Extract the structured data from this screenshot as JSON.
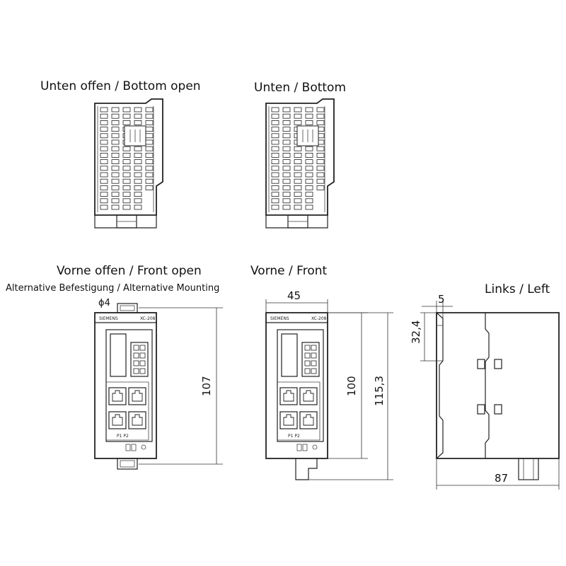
{
  "views": {
    "bottom_open": {
      "title": "Unten offen / Bottom open"
    },
    "bottom": {
      "title": "Unten / Bottom"
    },
    "front_open": {
      "title": "Vorne offen / Front open",
      "subtitle": "Alternative Befestigung / Alternative Mounting",
      "hole_label": "ϕ4"
    },
    "front": {
      "title": "Vorne  / Front"
    },
    "left": {
      "title": "Links / Left"
    }
  },
  "dimensions": {
    "front_open_height": "107",
    "front_width": "45",
    "front_height": "100",
    "front_total_height": "115,3",
    "left_top_width": "5",
    "left_top_height": "32,4",
    "left_depth": "87"
  },
  "device": {
    "brand": "SIEMENS",
    "model": "XC-208"
  },
  "colors": {
    "line": "#222222",
    "background": "#ffffff"
  }
}
